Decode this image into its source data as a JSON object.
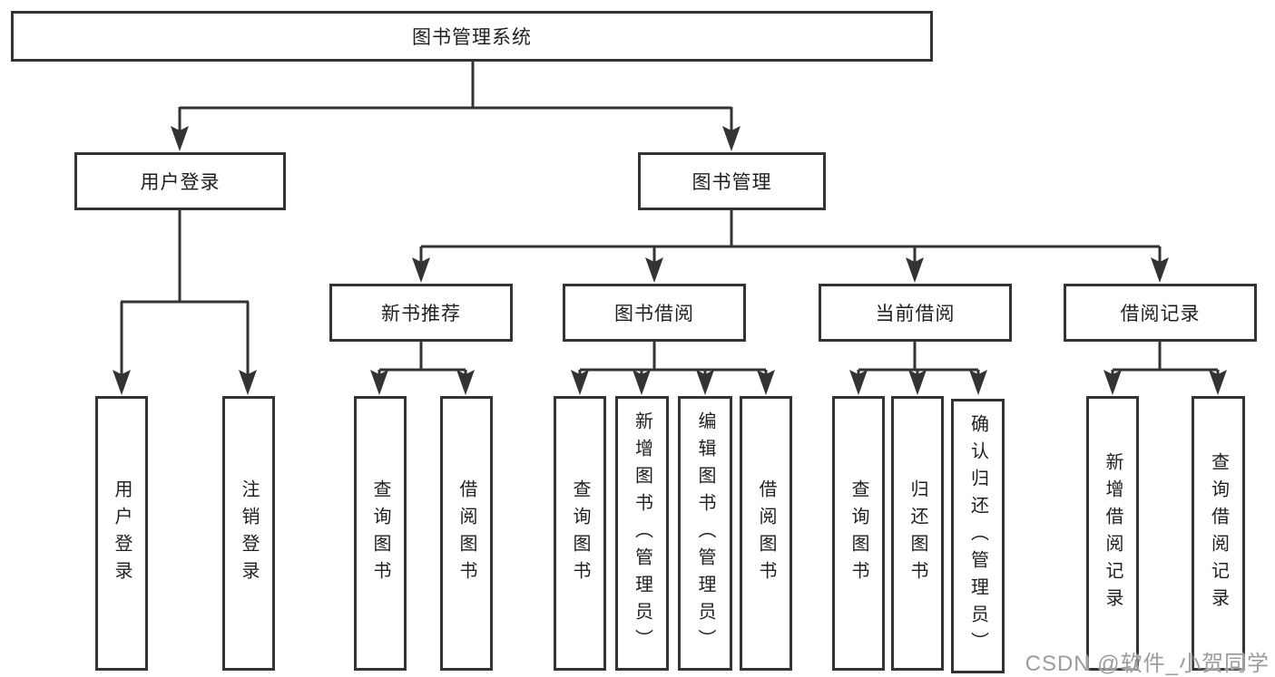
{
  "diagram": {
    "root": {
      "label": "图书管理系统"
    },
    "branches": [
      {
        "label": "用户登录",
        "children": [
          {
            "label": "用户登录"
          },
          {
            "label": "注销登录"
          }
        ]
      },
      {
        "label": "图书管理",
        "children": [
          {
            "label": "新书推荐",
            "children": [
              {
                "label": "查询图书"
              },
              {
                "label": "借阅图书"
              }
            ]
          },
          {
            "label": "图书借阅",
            "children": [
              {
                "label": "查询图书"
              },
              {
                "label": "新增图书（管理员）"
              },
              {
                "label": "编辑图书（管理员）"
              },
              {
                "label": "借阅图书"
              }
            ]
          },
          {
            "label": "当前借阅",
            "children": [
              {
                "label": "查询图书"
              },
              {
                "label": "归还图书"
              },
              {
                "label": "确认归还（管理员）"
              }
            ]
          },
          {
            "label": "借阅记录",
            "children": [
              {
                "label": "新增借阅记录"
              },
              {
                "label": "查询借阅记录"
              }
            ]
          }
        ]
      }
    ]
  },
  "watermark": {
    "text": "CSDN @软件_小贺同学"
  },
  "colors": {
    "line": "#333333",
    "box_border": "#333333",
    "text": "#1f1f1f",
    "watermark": "#9c9c9c",
    "background": "#ffffff"
  }
}
